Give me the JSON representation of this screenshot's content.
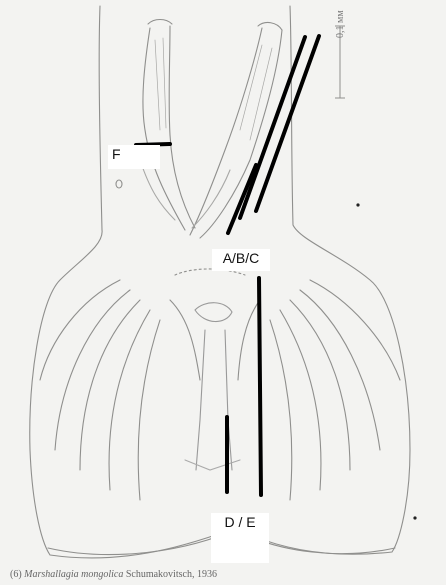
{
  "labels": {
    "f": "F",
    "abc": "A/B/C",
    "de": "D / E"
  },
  "scale_bar": {
    "label": "0,1 мм"
  },
  "caption": {
    "number": "(6)",
    "species": "Marshallagia mongolica",
    "author": "Schumakovitsch, 1936"
  },
  "colors": {
    "background": "#f3f3f1",
    "ink": "#8a8a88",
    "marker": "#000000"
  }
}
